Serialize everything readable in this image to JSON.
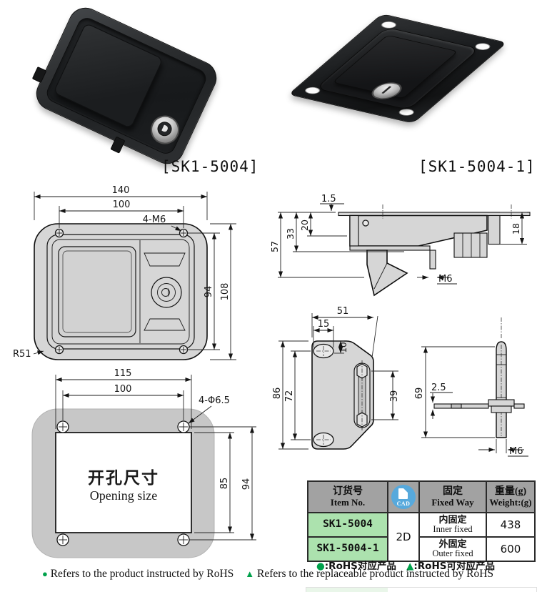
{
  "products": [
    {
      "label": "[SK1-5004]"
    },
    {
      "label": "[SK1-5004-1]"
    }
  ],
  "front_view": {
    "dim_width": "140",
    "dim_hole_span": "100",
    "dim_holes": "4-M6",
    "dim_hole_span_v": "94",
    "dim_height": "108",
    "dim_radius": "R51"
  },
  "side_view": {
    "dim_flange": "1.5",
    "dim_total": "57",
    "dim_body": "33",
    "dim_inner": "20",
    "dim_right": "18",
    "dim_stud": "M6"
  },
  "bracket_view": {
    "dim_width": "51",
    "dim_hole_w": "15",
    "dim_offset": "10",
    "dim_height": "86",
    "dim_hole_span": "72",
    "dim_slot": "39"
  },
  "stud_view": {
    "dim_length": "69",
    "dim_plate": "2.5",
    "dim_thread": "M6"
  },
  "opening_view": {
    "dim_width": "115",
    "dim_hole_span": "100",
    "dim_holes": "4-Φ6.5",
    "dim_height": "85",
    "dim_hole_span_v": "94",
    "label_cn": "开孔尺寸",
    "label_en": "Opening size"
  },
  "table": {
    "header": {
      "item_cn": "订货号",
      "item_en": "Item No.",
      "cad_badge": "CAD",
      "fixed_cn": "固定",
      "fixed_en": "Fixed Way",
      "weight_cn": "重量(g)",
      "weight_en": "Weight:(g)"
    },
    "cad_type": "2D",
    "rows": [
      {
        "item": "SK1-5004",
        "fixed_cn": "内固定",
        "fixed_en": "Inner fixed",
        "weight": "438"
      },
      {
        "item": "SK1-5004-1",
        "fixed_cn": "外固定",
        "fixed_en": "Outer fixed",
        "weight": "600"
      }
    ],
    "note": {
      "dot_symbol": "●",
      "dot_text": ":RoHS对应产品",
      "tri_symbol": "▲",
      "tri_text": ":RoHS可对应产品"
    }
  },
  "legend": {
    "dot_symbol": "●",
    "dot_text": "Refers to the product instructed by RoHS",
    "tri_symbol": "▲",
    "tri_text": "Refers to the replaceable product instructed by RoHS"
  },
  "colors": {
    "accent_green": "#00A14B",
    "cell_green": "#ACE2AE",
    "header_gray": "#A2A2A2",
    "cad_blue": "#57A9DC",
    "drawing_fill": "#D6D6D6"
  }
}
